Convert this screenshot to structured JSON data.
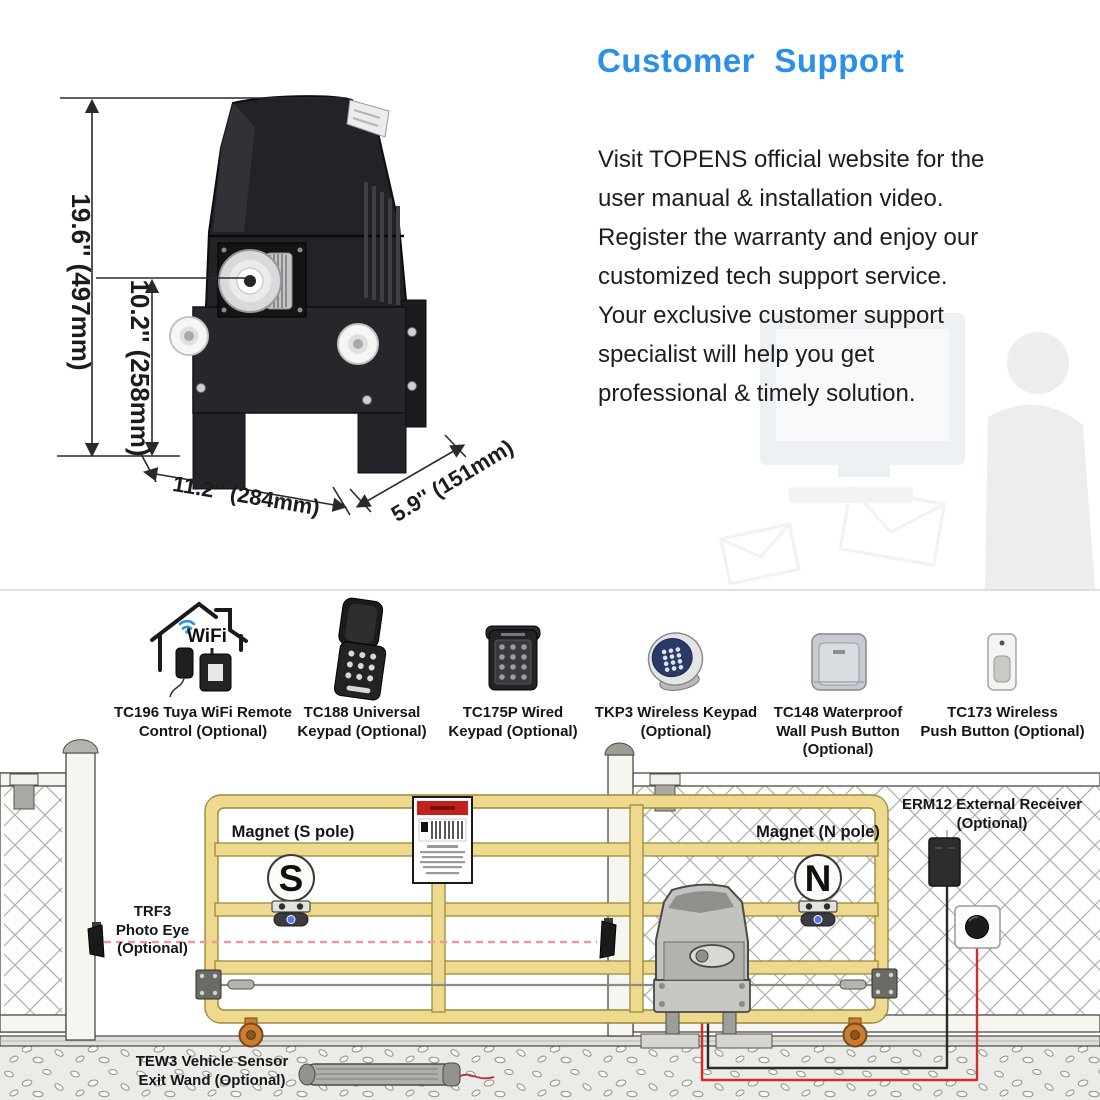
{
  "support": {
    "title": "Customer  Support",
    "body": "Visit TOPENS official website for the\nuser manual & installation video.\nRegister the warranty and enjoy our\ncustomized tech support service.\nYour exclusive customer support\nspecialist will help you get\nprofessional & timely solution."
  },
  "product": {
    "dimensions": {
      "height": "19.6'' (497mm)",
      "pinion_height": "10.2'' (258mm)",
      "width": "11.2'' (284mm)",
      "depth": "5.9'' (151mm)"
    }
  },
  "accessories": [
    {
      "label": "TC196 Tuya WiFi Remote\nControl (Optional)",
      "wifi_text": "WiFi"
    },
    {
      "label": "TC188 Universal\nKeypad (Optional)"
    },
    {
      "label": "TC175P Wired\nKeypad (Optional)"
    },
    {
      "label": "TKP3 Wireless Keypad\n(Optional)"
    },
    {
      "label": "TC148 Waterproof\nWall Push Button\n(Optional)"
    },
    {
      "label": "TC173 Wireless\nPush Button (Optional)"
    }
  ],
  "diagram": {
    "magnet_s_label": "Magnet (S pole)",
    "magnet_s_symbol": "S",
    "magnet_n_label": "Magnet (N pole)",
    "magnet_n_symbol": "N",
    "photo_eye_label": "TRF3\nPhoto Eye\n(Optional)",
    "receiver_label": "ERM12 External Receiver\n(Optional)",
    "exit_wand_label": "TEW3 Vehicle Sensor\nExit Wand (Optional)"
  },
  "colors": {
    "title_blue": "#2b90e8",
    "gate_yellow": "#eeda8f",
    "gate_outline": "#9f8738",
    "beam_red": "#ef9a9a",
    "wire_red": "#d42c2c",
    "wire_black": "#2a2a2a",
    "wheel_orange": "#c87c34"
  }
}
